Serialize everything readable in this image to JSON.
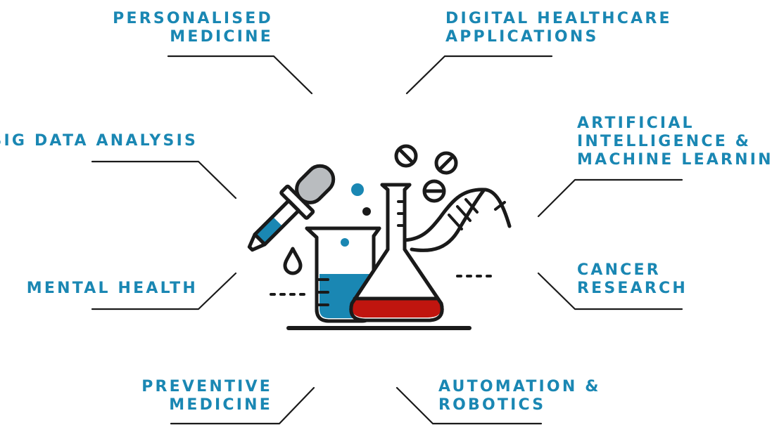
{
  "colors": {
    "accent": "#1a87b3",
    "line": "#1a1a1a",
    "flask_liquid": "#c0150f",
    "beaker_liquid": "#1a87b3"
  },
  "icons": {
    "center": "laboratory-glassware-icon"
  },
  "labels": {
    "personalised_medicine": {
      "line1": "PERSONALISED",
      "line2": "MEDICINE"
    },
    "digital_healthcare": {
      "line1": "DIGITAL HEALTHCARE",
      "line2": "APPLICATIONS"
    },
    "big_data": {
      "line1": "BIG DATA ANALYSIS"
    },
    "ai_ml": {
      "line1": "ARTIFICIAL",
      "line2": "INTELLIGENCE &",
      "line3": "MACHINE LEARNING"
    },
    "mental_health": {
      "line1": "MENTAL HEALTH"
    },
    "cancer_research": {
      "line1": "CANCER",
      "line2": "RESEARCH"
    },
    "preventive_medicine": {
      "line1": "PREVENTIVE",
      "line2": "MEDICINE"
    },
    "automation_robotics": {
      "line1": "AUTOMATION &",
      "line2": "ROBOTICS"
    }
  }
}
